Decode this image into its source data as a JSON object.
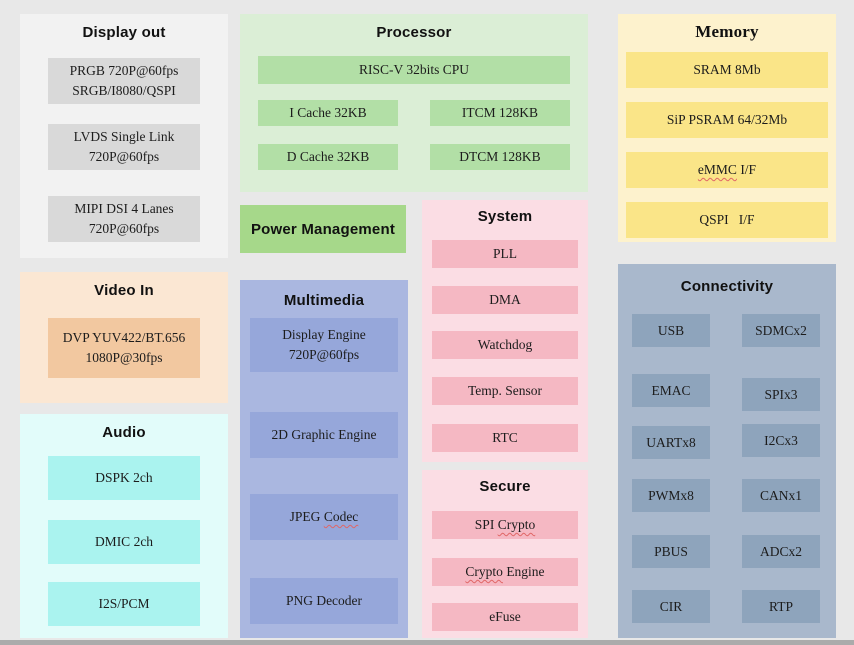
{
  "page": {
    "background": "#e8e8e8",
    "bottom_border": "#ababab"
  },
  "spellcheck_words": [
    "eMMC",
    "Codec",
    "Crypto"
  ],
  "panels": {
    "display_out": {
      "title": "Display out",
      "bg": "#f2f2f2",
      "block_bg": "#d9d9d9",
      "blocks": [
        {
          "line1": "PRGB 720P@60fps",
          "line2": "SRGB/I8080/QSPI"
        },
        {
          "line1": "LVDS Single Link",
          "line2": "720P@60fps"
        },
        {
          "line1": "MIPI DSI 4 Lanes",
          "line2": "720P@60fps"
        }
      ]
    },
    "video_in": {
      "title": "Video In",
      "bg": "#fbe7d3",
      "block_bg": "#f2c8a0",
      "blocks": [
        {
          "line1": "DVP YUV422/BT.656",
          "line2": "1080P@30fps"
        }
      ]
    },
    "audio": {
      "title": "Audio",
      "bg": "#e2fcfa",
      "block_bg": "#aaf3ef",
      "blocks": [
        "DSPK 2ch",
        "DMIC 2ch",
        "I2S/PCM"
      ]
    },
    "processor": {
      "title": "Processor",
      "bg": "#dbeed6",
      "block_bg": "#b2dfa6",
      "cpu": "RISC-V 32bits CPU",
      "grid": [
        [
          "I Cache 32KB",
          "ITCM 128KB"
        ],
        [
          "D Cache 32KB",
          "DTCM 128KB"
        ]
      ]
    },
    "power_management": {
      "title": "Power Management",
      "bg": "#a6d88a"
    },
    "multimedia": {
      "title": "Multimedia",
      "bg": "#aab7e0",
      "block_bg": "#96a7da",
      "blocks": [
        {
          "line1": "Display Engine",
          "line2": "720P@60fps"
        },
        {
          "label": "2D Graphic Engine"
        },
        {
          "label": "JPEG Codec"
        },
        {
          "label": "PNG Decoder"
        }
      ]
    },
    "system": {
      "title": "System",
      "bg": "#fbdde4",
      "block_bg": "#f5b8c3",
      "blocks": [
        "PLL",
        "DMA",
        "Watchdog",
        "Temp. Sensor",
        "RTC"
      ]
    },
    "secure": {
      "title": "Secure",
      "bg": "#fbdde4",
      "block_bg": "#f5b8c3",
      "blocks": [
        "SPI Crypto",
        "Crypto Engine",
        "eFuse"
      ]
    },
    "memory": {
      "title": "Memory",
      "bg": "#fdf2cd",
      "block_bg": "#fae588",
      "blocks": [
        "SRAM 8Mb",
        "SiP PSRAM 64/32Mb",
        "eMMC I/F",
        "QSPI   I/F"
      ]
    },
    "connectivity": {
      "title": "Connectivity",
      "bg": "#a9b8cc",
      "block_bg": "#8ea4bc",
      "rows": [
        [
          "USB",
          "SDMCx2"
        ],
        [
          "EMAC",
          "SPIx3"
        ],
        [
          "UARTx8",
          "I2Cx3"
        ],
        [
          "PWMx8",
          "CANx1"
        ],
        [
          "PBUS",
          "ADCx2"
        ],
        [
          "CIR",
          "RTP"
        ]
      ]
    }
  }
}
